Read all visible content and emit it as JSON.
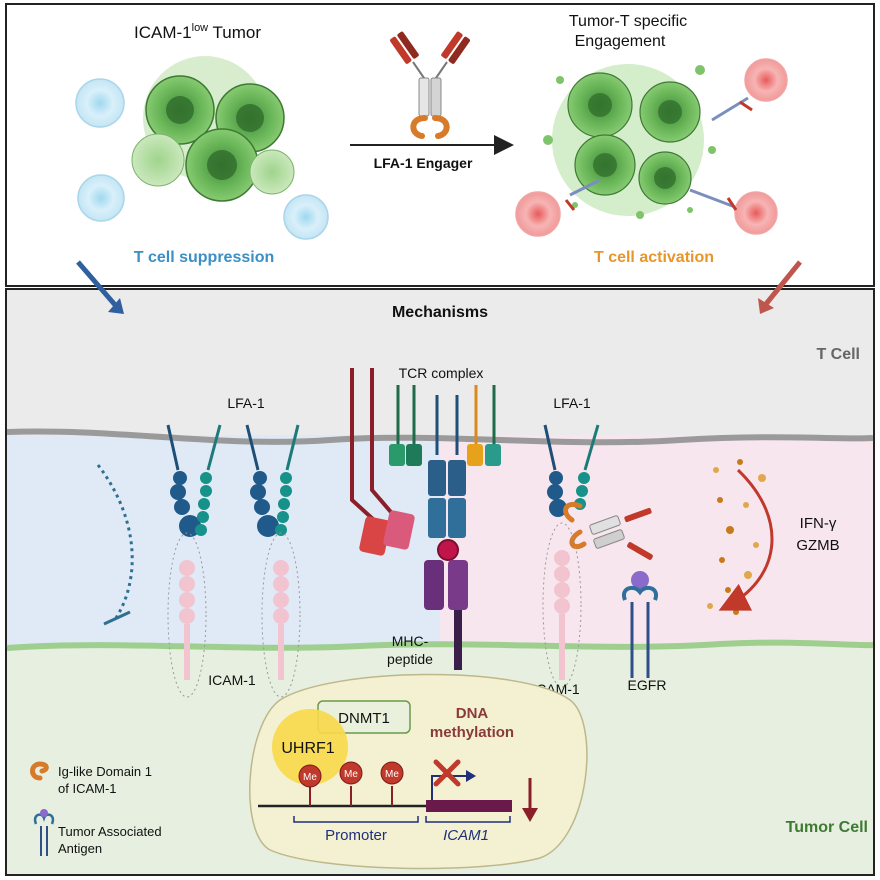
{
  "top_panel": {
    "left_title_prefix": "ICAM-1",
    "left_title_superscript": "low",
    "left_title_suffix": " Tumor",
    "left_caption": "T cell suppression",
    "right_title_line1": "Tumor-T specific",
    "right_title_line2": "Engagement",
    "right_caption": "T cell activation",
    "arrow_label": "LFA-1 Engager"
  },
  "mechanisms": {
    "heading": "Mechanisms",
    "t_cell_label": "T Cell",
    "tumor_cell_label": "Tumor Cell",
    "lfa1_left": "LFA-1",
    "lfa1_right": "LFA-1",
    "tcr_complex": "TCR complex",
    "mhc_line1": "MHC-",
    "mhc_line2": "peptide",
    "icam1_left": "ICAM-1",
    "icam1_right": "ICAM-1",
    "egfr": "EGFR",
    "cytokine1": "IFN-γ",
    "cytokine2": "GZMB"
  },
  "nucleus": {
    "dnmt1": "DNMT1",
    "uhrf1": "UHRF1",
    "methylation_line1": "DNA",
    "methylation_line2": "methylation",
    "methyl_mark": "Me",
    "promoter": "Promoter",
    "gene": "ICAM1"
  },
  "legend": {
    "item1_line1": "Ig-like Domain 1",
    "item1_line2": "of ICAM-1",
    "item2_line1": "Tumor Associated",
    "item2_line2": "Antigen"
  },
  "colors": {
    "suppression_blue": "#3a8fc7",
    "activation_orange": "#e8962a",
    "methylation_brown": "#8a3a3a",
    "tumor_green": "#4c8a3a"
  }
}
